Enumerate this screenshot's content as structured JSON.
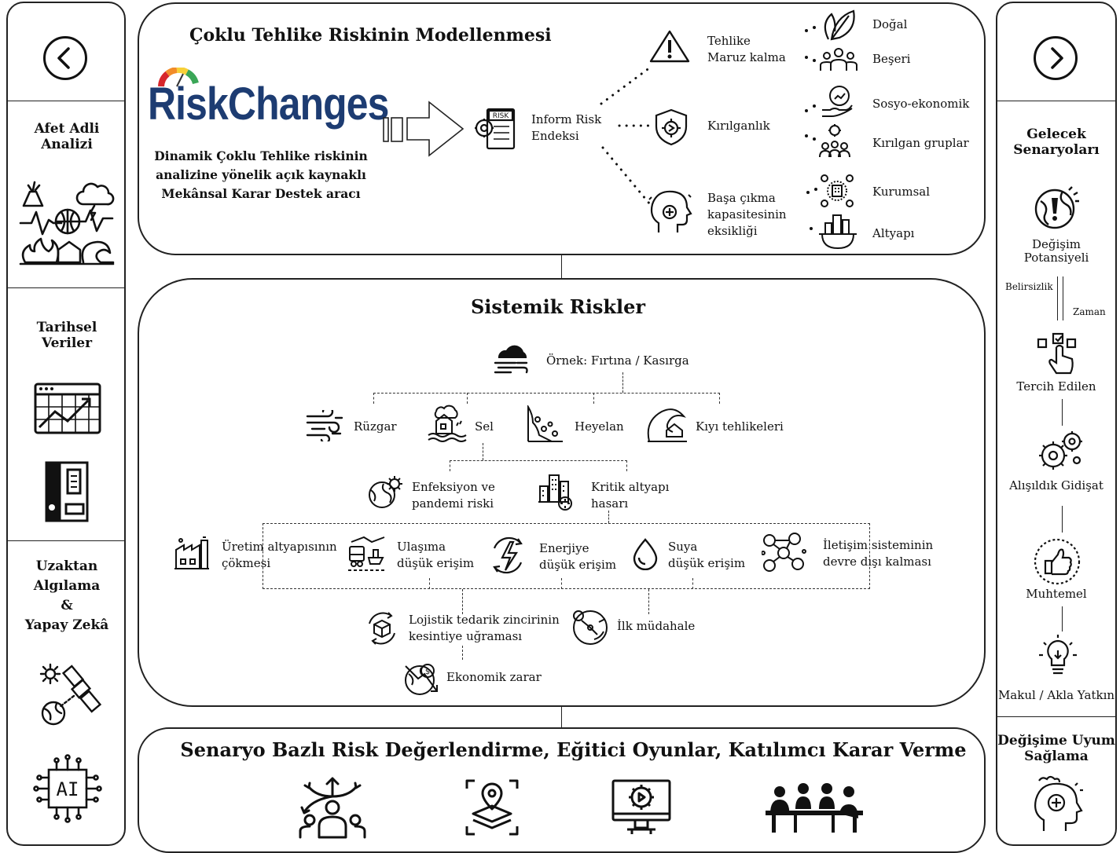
{
  "left": {
    "sections": [
      "Afet Adli Analizi",
      "Tarihsel Veriler",
      "Uzaktan Algılama & Yapay Zekâ"
    ],
    "s1": [
      "Afet Adli",
      "Analizi"
    ],
    "s2": [
      "Tarihsel",
      "Veriler"
    ],
    "s3": [
      "Uzaktan",
      "Algılama",
      "&",
      "Yapay Zekâ"
    ],
    "ai_label": "AI"
  },
  "top": {
    "title": "Çoklu Tehlike Riskinin Modellenmesi",
    "logo": "RiskChanges",
    "tagline": [
      "Dinamik Çoklu Tehlike riskinin",
      "analizine yönelik açık kaynaklı",
      "Mekânsal Karar Destek aracı"
    ],
    "risk_tag": "RISK",
    "inform": [
      "Inform Risk",
      "Endeksi"
    ],
    "hazard": [
      "Tehlike",
      "Maruz kalma"
    ],
    "vuln": "Kırılganlık",
    "coping": [
      "Başa çıkma",
      "kapasitesinin",
      "eksikliği"
    ],
    "sub": {
      "natural": "Doğal",
      "human": "Beşeri",
      "socio": "Sosyo-ekonomik",
      "vulnerable": "Kırılgan gruplar",
      "institutional": "Kurumsal",
      "infra": "Altyapı"
    }
  },
  "middle": {
    "title": "Sistemik Riskler",
    "example": "Örnek: Fırtına / Kasırga",
    "wind": "Rüzgar",
    "flood": "Sel",
    "landslide": "Heyelan",
    "coastal": "Kıyı tehlikeleri",
    "pandemic": [
      "Enfeksiyon ve",
      "pandemi riski"
    ],
    "critical": [
      "Kritik altyapı",
      "hasarı"
    ],
    "production": [
      "Üretim altyapısının",
      "çökmesi"
    ],
    "transport": [
      "Ulaşıma",
      "düşük erişim"
    ],
    "energy": [
      "Enerjiye",
      "düşük erişim"
    ],
    "water": [
      "Suya",
      "düşük erişim"
    ],
    "comms": [
      "İletişim sisteminin",
      "devre dışı kalması"
    ],
    "logistics": [
      "Lojistik tedarik zincirinin",
      "kesintiye uğraması"
    ],
    "firstresp": "İlk müdahale",
    "economic": "Ekonomik zarar"
  },
  "bottom": {
    "title": "Senaryo Bazlı Risk Değerlendirme, Eğitici Oyunlar, Katılımcı Karar Verme"
  },
  "right": {
    "future": [
      "Gelecek",
      "Senaryoları"
    ],
    "change": [
      "Değişim",
      "Potansiyeli"
    ],
    "uncertainty": "Belirsizlik",
    "time": "Zaman",
    "preferred": "Tercih Edilen",
    "usual": "Alışıldık Gidişat",
    "probable": "Muhtemel",
    "plausible": "Makul / Akla Yatkın",
    "adapt": [
      "Değişime Uyum",
      "Sağlama"
    ]
  }
}
